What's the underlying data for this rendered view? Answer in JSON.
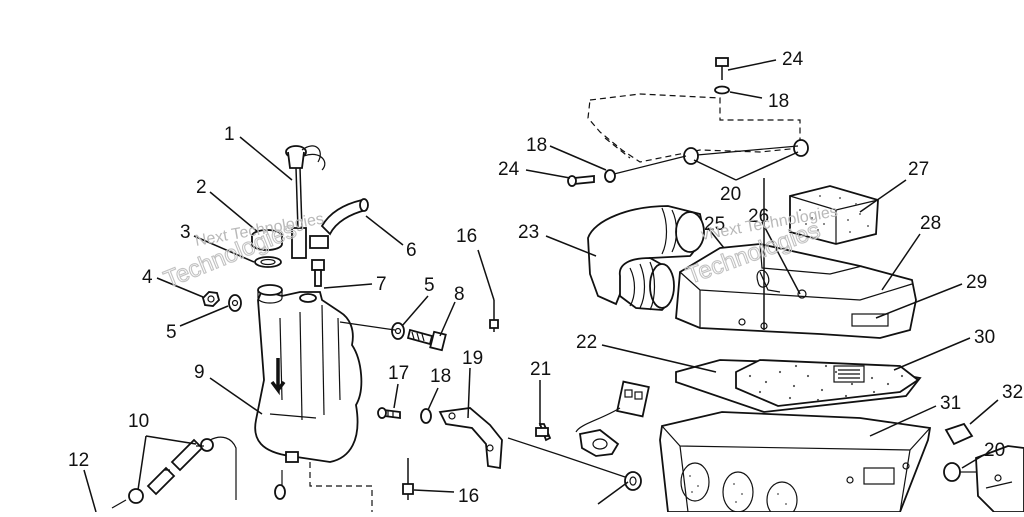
{
  "callouts": [
    {
      "id": "c1",
      "text": "1"
    },
    {
      "id": "c2",
      "text": "2"
    },
    {
      "id": "c3",
      "text": "3"
    },
    {
      "id": "c4",
      "text": "4"
    },
    {
      "id": "c5a",
      "text": "5"
    },
    {
      "id": "c5b",
      "text": "5"
    },
    {
      "id": "c6",
      "text": "6"
    },
    {
      "id": "c7",
      "text": "7"
    },
    {
      "id": "c8",
      "text": "8"
    },
    {
      "id": "c9",
      "text": "9"
    },
    {
      "id": "c10",
      "text": "10"
    },
    {
      "id": "c12",
      "text": "12"
    },
    {
      "id": "c16a",
      "text": "16"
    },
    {
      "id": "c16b",
      "text": "16"
    },
    {
      "id": "c17",
      "text": "17"
    },
    {
      "id": "c18a",
      "text": "18"
    },
    {
      "id": "c18b",
      "text": "18"
    },
    {
      "id": "c18c",
      "text": "18"
    },
    {
      "id": "c19",
      "text": "19"
    },
    {
      "id": "c20a",
      "text": "20"
    },
    {
      "id": "c20b",
      "text": "20"
    },
    {
      "id": "c21",
      "text": "21"
    },
    {
      "id": "c22",
      "text": "22"
    },
    {
      "id": "c23",
      "text": "23"
    },
    {
      "id": "c24a",
      "text": "24"
    },
    {
      "id": "c24b",
      "text": "24"
    },
    {
      "id": "c25",
      "text": "25"
    },
    {
      "id": "c26",
      "text": "26"
    },
    {
      "id": "c27",
      "text": "27"
    },
    {
      "id": "c28",
      "text": "28"
    },
    {
      "id": "c29",
      "text": "29"
    },
    {
      "id": "c30",
      "text": "30"
    },
    {
      "id": "c31",
      "text": "31"
    },
    {
      "id": "c32",
      "text": "32"
    }
  ],
  "watermark": {
    "line1": "Next Technologies",
    "line2": "Technologies",
    "line3": "vNext Technologies",
    "line4": "Technologies"
  },
  "colors": {
    "ink": "#111111",
    "watermark": "#b9b9b9",
    "background": "#ffffff"
  }
}
